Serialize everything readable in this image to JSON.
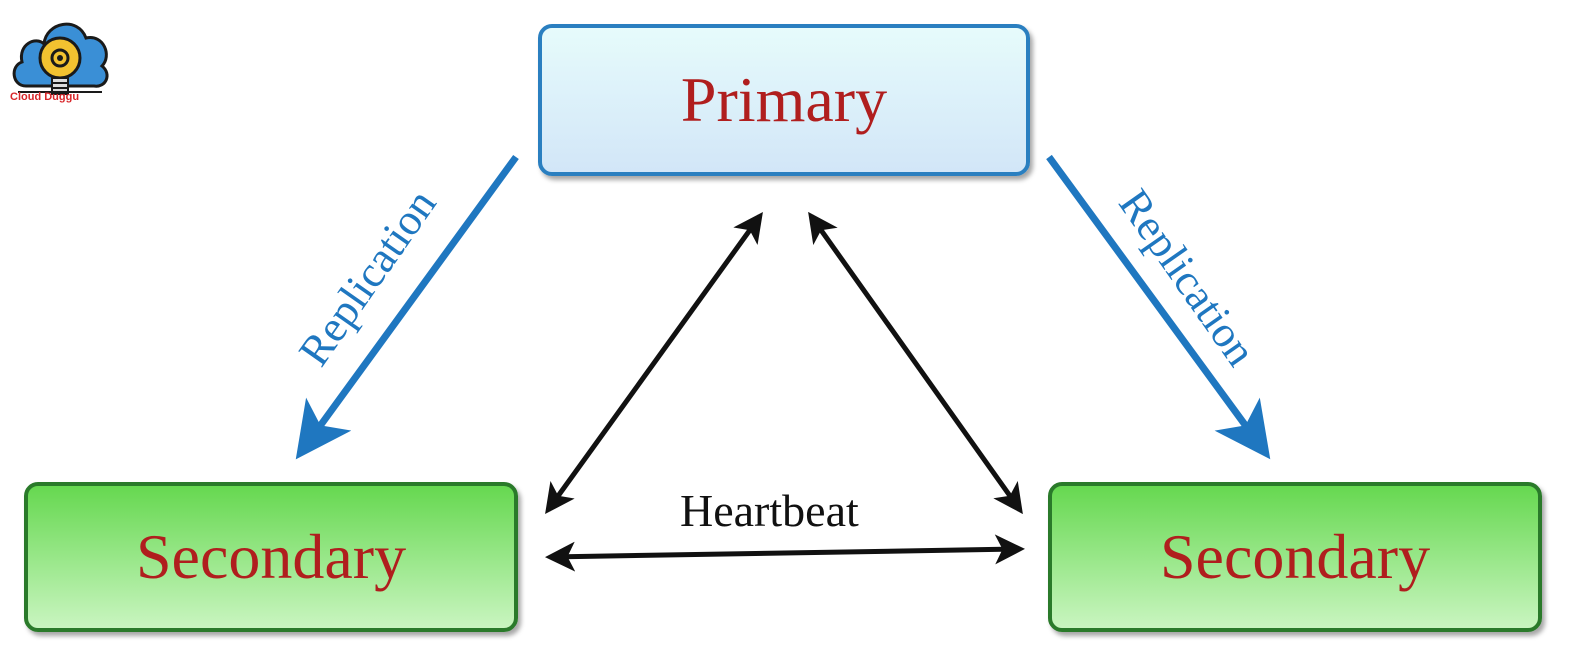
{
  "logo": {
    "text": "Cloud Duggu",
    "icon": "cloud-lightbulb-icon",
    "cloud_color": "#3a8fd6",
    "bulb_color": "#f2c230",
    "text_color": "#d8262a"
  },
  "nodes": {
    "primary": "Primary",
    "secondary_left": "Secondary",
    "secondary_right": "Secondary"
  },
  "edges": {
    "replication_left": "Replication",
    "replication_right": "Replication",
    "heartbeat": "Heartbeat"
  },
  "colors": {
    "node_text": "#b01e1e",
    "replication": "#1f77c0",
    "heartbeat": "#111111",
    "primary_border": "#2a7fc0",
    "secondary_border": "#2a7a2a"
  }
}
